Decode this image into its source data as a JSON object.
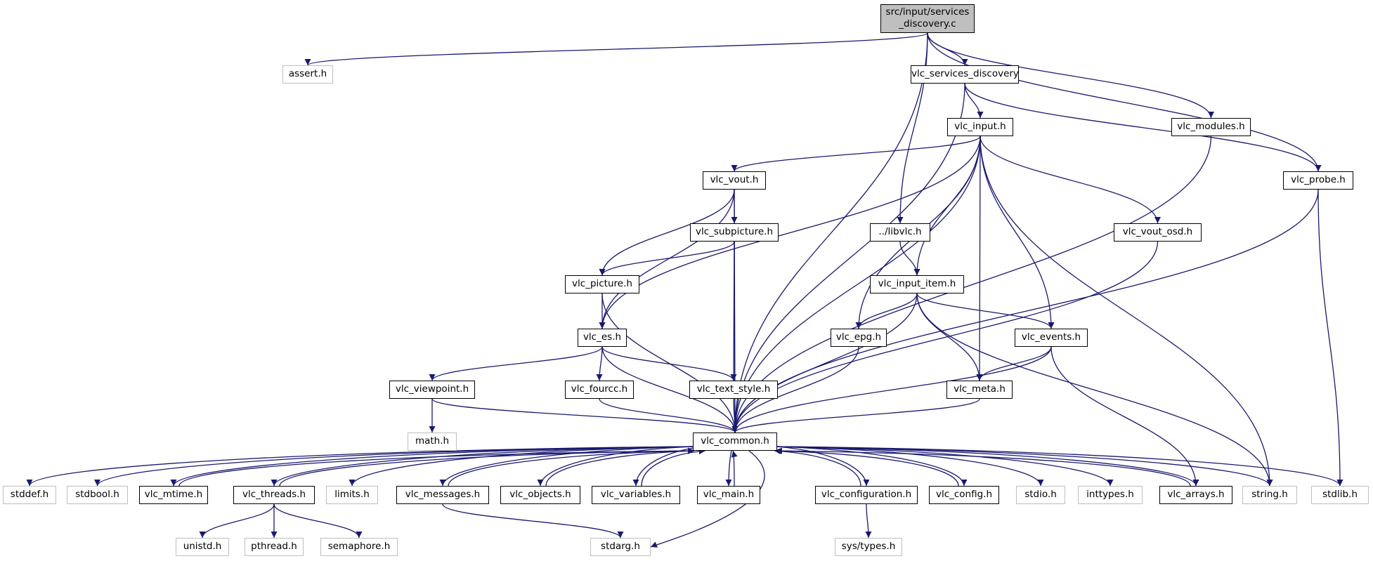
{
  "diagram": {
    "colors": {
      "edge": "#191970",
      "node_border": "#000000",
      "system_border": "#bfbfbf",
      "root_fill": "#bfbfbf"
    },
    "root": {
      "id": "root",
      "lines": [
        "src/input/services",
        "_discovery.c"
      ]
    },
    "nodes": [
      {
        "id": "assert",
        "label": "assert.h",
        "kind": "system"
      },
      {
        "id": "vlc_sd",
        "label": "vlc_services_discovery.h",
        "kind": "local"
      },
      {
        "id": "vlc_modules",
        "label": "vlc_modules.h",
        "kind": "local"
      },
      {
        "id": "vlc_probe",
        "label": "vlc_probe.h",
        "kind": "local"
      },
      {
        "id": "vlc_input",
        "label": "vlc_input.h",
        "kind": "local"
      },
      {
        "id": "vlc_vout",
        "label": "vlc_vout.h",
        "kind": "local"
      },
      {
        "id": "libvlc",
        "label": "../libvlc.h",
        "kind": "local"
      },
      {
        "id": "vlc_vout_osd",
        "label": "vlc_vout_osd.h",
        "kind": "local"
      },
      {
        "id": "vlc_subpicture",
        "label": "vlc_subpicture.h",
        "kind": "local"
      },
      {
        "id": "vlc_picture",
        "label": "vlc_picture.h",
        "kind": "local"
      },
      {
        "id": "vlc_input_item",
        "label": "vlc_input_item.h",
        "kind": "local"
      },
      {
        "id": "vlc_es",
        "label": "vlc_es.h",
        "kind": "local"
      },
      {
        "id": "vlc_epg",
        "label": "vlc_epg.h",
        "kind": "local"
      },
      {
        "id": "vlc_events",
        "label": "vlc_events.h",
        "kind": "local"
      },
      {
        "id": "vlc_viewpoint",
        "label": "vlc_viewpoint.h",
        "kind": "local"
      },
      {
        "id": "vlc_fourcc",
        "label": "vlc_fourcc.h",
        "kind": "local"
      },
      {
        "id": "vlc_text_style",
        "label": "vlc_text_style.h",
        "kind": "local"
      },
      {
        "id": "vlc_meta",
        "label": "vlc_meta.h",
        "kind": "local"
      },
      {
        "id": "math",
        "label": "math.h",
        "kind": "system"
      },
      {
        "id": "vlc_common",
        "label": "vlc_common.h",
        "kind": "local"
      },
      {
        "id": "stddef",
        "label": "stddef.h",
        "kind": "system"
      },
      {
        "id": "stdbool",
        "label": "stdbool.h",
        "kind": "system"
      },
      {
        "id": "vlc_mtime",
        "label": "vlc_mtime.h",
        "kind": "local"
      },
      {
        "id": "vlc_threads",
        "label": "vlc_threads.h",
        "kind": "local"
      },
      {
        "id": "limits",
        "label": "limits.h",
        "kind": "system"
      },
      {
        "id": "vlc_messages",
        "label": "vlc_messages.h",
        "kind": "local"
      },
      {
        "id": "vlc_objects",
        "label": "vlc_objects.h",
        "kind": "local"
      },
      {
        "id": "vlc_variables",
        "label": "vlc_variables.h",
        "kind": "local"
      },
      {
        "id": "vlc_main",
        "label": "vlc_main.h",
        "kind": "local"
      },
      {
        "id": "vlc_configuration",
        "label": "vlc_configuration.h",
        "kind": "local"
      },
      {
        "id": "vlc_config",
        "label": "vlc_config.h",
        "kind": "local"
      },
      {
        "id": "stdio",
        "label": "stdio.h",
        "kind": "system"
      },
      {
        "id": "inttypes",
        "label": "inttypes.h",
        "kind": "system"
      },
      {
        "id": "vlc_arrays",
        "label": "vlc_arrays.h",
        "kind": "local"
      },
      {
        "id": "string",
        "label": "string.h",
        "kind": "system"
      },
      {
        "id": "stdlib",
        "label": "stdlib.h",
        "kind": "system"
      },
      {
        "id": "unistd",
        "label": "unistd.h",
        "kind": "system"
      },
      {
        "id": "pthread",
        "label": "pthread.h",
        "kind": "system"
      },
      {
        "id": "semaphore",
        "label": "semaphore.h",
        "kind": "system"
      },
      {
        "id": "stdarg",
        "label": "stdarg.h",
        "kind": "system"
      },
      {
        "id": "sys_types",
        "label": "sys/types.h",
        "kind": "system"
      }
    ],
    "edges": [
      [
        "root",
        "assert"
      ],
      [
        "root",
        "vlc_common"
      ],
      [
        "root",
        "libvlc"
      ],
      [
        "root",
        "vlc_sd"
      ],
      [
        "root",
        "vlc_modules"
      ],
      [
        "root",
        "vlc_probe"
      ],
      [
        "vlc_sd",
        "vlc_input"
      ],
      [
        "vlc_sd",
        "vlc_common"
      ],
      [
        "vlc_sd",
        "vlc_probe"
      ],
      [
        "vlc_input",
        "vlc_vout"
      ],
      [
        "vlc_input",
        "vlc_es"
      ],
      [
        "vlc_input",
        "vlc_epg"
      ],
      [
        "vlc_input",
        "vlc_input_item"
      ],
      [
        "vlc_input",
        "vlc_meta"
      ],
      [
        "vlc_input",
        "vlc_events"
      ],
      [
        "vlc_input",
        "vlc_common"
      ],
      [
        "vlc_input",
        "vlc_vout_osd"
      ],
      [
        "vlc_input",
        "string"
      ],
      [
        "vlc_vout",
        "vlc_subpicture"
      ],
      [
        "vlc_vout",
        "vlc_picture"
      ],
      [
        "vlc_vout",
        "vlc_es"
      ],
      [
        "vlc_vout",
        "vlc_common"
      ],
      [
        "vlc_subpicture",
        "vlc_picture"
      ],
      [
        "vlc_subpicture",
        "vlc_text_style"
      ],
      [
        "vlc_subpicture",
        "vlc_common"
      ],
      [
        "vlc_picture",
        "vlc_es"
      ],
      [
        "vlc_picture",
        "vlc_common"
      ],
      [
        "libvlc",
        "vlc_input_item"
      ],
      [
        "vlc_input_item",
        "vlc_epg"
      ],
      [
        "vlc_input_item",
        "vlc_events"
      ],
      [
        "vlc_input_item",
        "vlc_meta"
      ],
      [
        "vlc_input_item",
        "vlc_common"
      ],
      [
        "vlc_input_item",
        "string"
      ],
      [
        "vlc_es",
        "vlc_viewpoint"
      ],
      [
        "vlc_es",
        "vlc_fourcc"
      ],
      [
        "vlc_es",
        "vlc_text_style"
      ],
      [
        "vlc_es",
        "vlc_common"
      ],
      [
        "vlc_epg",
        "vlc_common"
      ],
      [
        "vlc_events",
        "vlc_meta"
      ],
      [
        "vlc_events",
        "vlc_common"
      ],
      [
        "vlc_events",
        "vlc_arrays"
      ],
      [
        "vlc_viewpoint",
        "math"
      ],
      [
        "vlc_viewpoint",
        "vlc_common"
      ],
      [
        "vlc_fourcc",
        "vlc_common"
      ],
      [
        "vlc_text_style",
        "vlc_common"
      ],
      [
        "vlc_meta",
        "vlc_common"
      ],
      [
        "vlc_vout_osd",
        "vlc_common"
      ],
      [
        "vlc_modules",
        "vlc_common"
      ],
      [
        "vlc_probe",
        "vlc_common"
      ],
      [
        "vlc_probe",
        "stdlib"
      ],
      [
        "vlc_common",
        "stddef"
      ],
      [
        "vlc_common",
        "stdbool"
      ],
      [
        "vlc_common",
        "vlc_mtime"
      ],
      [
        "vlc_common",
        "vlc_threads"
      ],
      [
        "vlc_common",
        "limits"
      ],
      [
        "vlc_common",
        "vlc_messages"
      ],
      [
        "vlc_common",
        "vlc_objects"
      ],
      [
        "vlc_common",
        "vlc_variables"
      ],
      [
        "vlc_common",
        "vlc_main"
      ],
      [
        "vlc_common",
        "vlc_configuration"
      ],
      [
        "vlc_common",
        "vlc_config"
      ],
      [
        "vlc_common",
        "stdio"
      ],
      [
        "vlc_common",
        "inttypes"
      ],
      [
        "vlc_common",
        "vlc_arrays"
      ],
      [
        "vlc_common",
        "string"
      ],
      [
        "vlc_common",
        "stdlib"
      ],
      [
        "vlc_common",
        "stdarg"
      ],
      [
        "vlc_mtime",
        "vlc_common"
      ],
      [
        "vlc_threads",
        "vlc_common"
      ],
      [
        "vlc_messages",
        "vlc_common"
      ],
      [
        "vlc_objects",
        "vlc_common"
      ],
      [
        "vlc_variables",
        "vlc_common"
      ],
      [
        "vlc_main",
        "vlc_common"
      ],
      [
        "vlc_configuration",
        "vlc_common"
      ],
      [
        "vlc_config",
        "vlc_common"
      ],
      [
        "vlc_arrays",
        "vlc_common"
      ],
      [
        "vlc_threads",
        "unistd"
      ],
      [
        "vlc_threads",
        "pthread"
      ],
      [
        "vlc_threads",
        "semaphore"
      ],
      [
        "vlc_messages",
        "stdarg"
      ],
      [
        "vlc_configuration",
        "sys_types"
      ]
    ]
  }
}
